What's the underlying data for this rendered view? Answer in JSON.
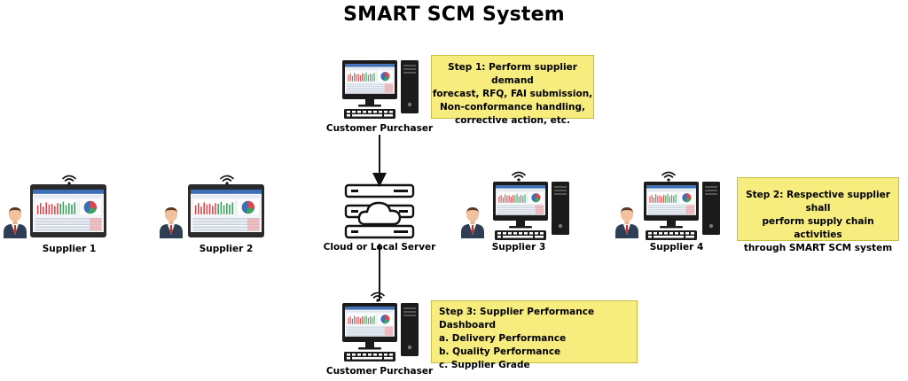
{
  "title": "SMART SCM System",
  "nodes": {
    "customer_top": "Customer Purchaser",
    "customer_bottom": "Customer Purchaser",
    "server": "Cloud or Local Server",
    "supplier1": "Supplier 1",
    "supplier2": "Supplier 2",
    "supplier3": "Supplier 3",
    "supplier4": "Supplier 4"
  },
  "steps": {
    "step1": [
      "Step 1: Perform supplier demand",
      "forecast, RFQ, FAI submission,",
      "Non-conformance handling,",
      "corrective action, etc."
    ],
    "step2": [
      "Step 2: Respective supplier shall",
      "perform supply chain activities",
      "through SMART SCM system"
    ],
    "step3": [
      "Step 3: Supplier Performance Dashboard",
      "a. Delivery Performance",
      "b. Quality Performance",
      "c. Supplier Grade"
    ]
  },
  "colors": {
    "step_box_fill": "#f7ec7e",
    "screen_accent_red": "#e0474c",
    "screen_accent_green": "#3aa55d",
    "suit_navy": "#2e3f55"
  }
}
